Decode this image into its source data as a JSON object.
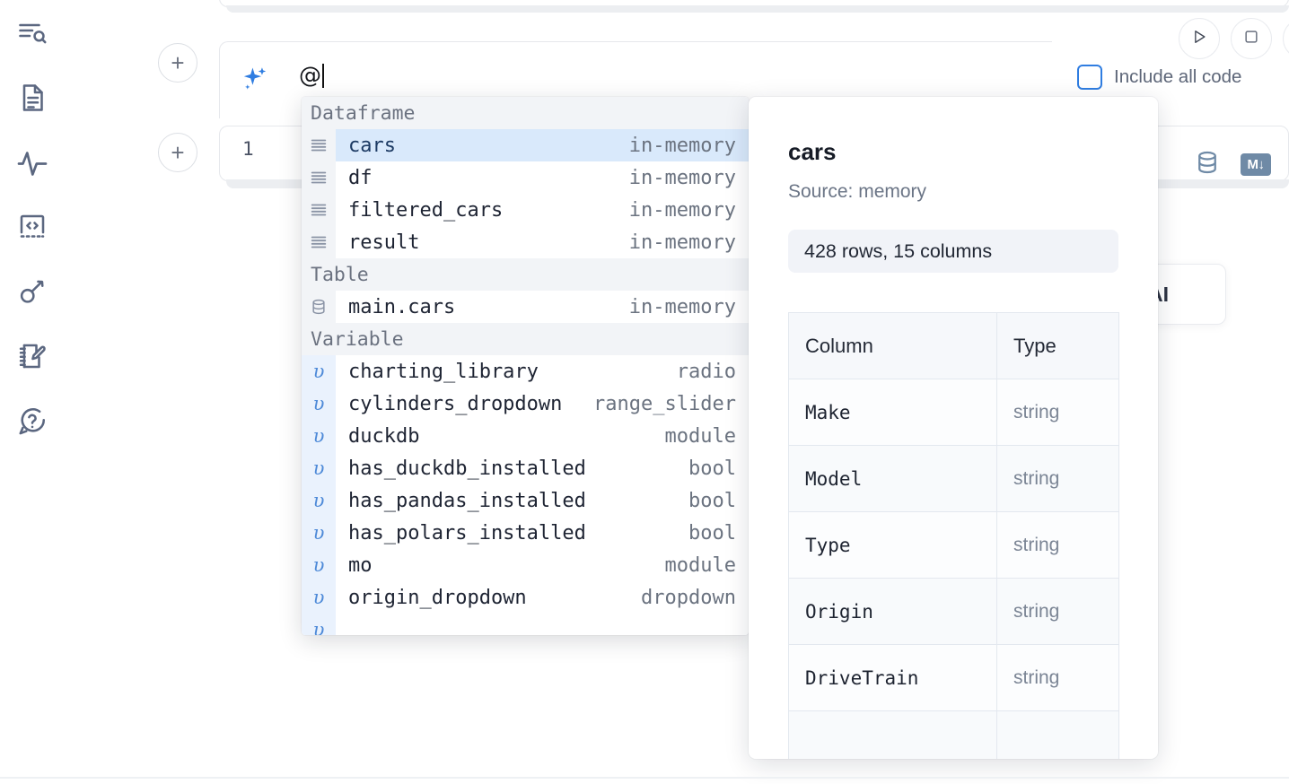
{
  "sidebar": {
    "items": [
      {
        "name": "explore-search-icon",
        "label": "Explore"
      },
      {
        "name": "file-document-icon",
        "label": "Files"
      },
      {
        "name": "activity-pulse-icon",
        "label": "Activity"
      },
      {
        "name": "code-brackets-icon",
        "label": "Snippets"
      },
      {
        "name": "key-icon",
        "label": "Secrets"
      },
      {
        "name": "notebook-edit-icon",
        "label": "Scratchpad"
      },
      {
        "name": "help-chat-icon",
        "label": "Help"
      }
    ]
  },
  "prompt": {
    "add_button_label": "+",
    "sparkle_icon": "ai-sparkle-icon",
    "value": "@",
    "placeholder": "",
    "run_icon": "play-icon",
    "stop_icon": "stop-icon",
    "include_all_code_label": "Include all code",
    "include_all_code_checked": false
  },
  "cell": {
    "line_number": "1",
    "database_icon": "database-icon",
    "markdown_badge": "M",
    "markdown_arrow": "↓"
  },
  "ghost_button": {
    "label": "AI"
  },
  "autocomplete": {
    "sections": [
      {
        "header": "Dataframe",
        "items": [
          {
            "icon": "dataframe-icon",
            "name": "cars",
            "kind": "in-memory",
            "selected": true,
            "type": "dataframe"
          },
          {
            "icon": "dataframe-icon",
            "name": "df",
            "kind": "in-memory",
            "selected": false,
            "type": "dataframe"
          },
          {
            "icon": "dataframe-icon",
            "name": "filtered_cars",
            "kind": "in-memory",
            "selected": false,
            "type": "dataframe"
          },
          {
            "icon": "dataframe-icon",
            "name": "result",
            "kind": "in-memory",
            "selected": false,
            "type": "dataframe"
          }
        ]
      },
      {
        "header": "Table",
        "items": [
          {
            "icon": "database-icon",
            "name": "main.cars",
            "kind": "in-memory",
            "selected": false,
            "type": "table"
          }
        ]
      },
      {
        "header": "Variable",
        "items": [
          {
            "icon": "variable-icon",
            "name": "charting_library",
            "kind": "radio",
            "selected": false,
            "type": "variable"
          },
          {
            "icon": "variable-icon",
            "name": "cylinders_dropdown",
            "kind": "range_slider",
            "selected": false,
            "type": "variable"
          },
          {
            "icon": "variable-icon",
            "name": "duckdb",
            "kind": "module",
            "selected": false,
            "type": "variable"
          },
          {
            "icon": "variable-icon",
            "name": "has_duckdb_installed",
            "kind": "bool",
            "selected": false,
            "type": "variable"
          },
          {
            "icon": "variable-icon",
            "name": "has_pandas_installed",
            "kind": "bool",
            "selected": false,
            "type": "variable"
          },
          {
            "icon": "variable-icon",
            "name": "has_polars_installed",
            "kind": "bool",
            "selected": false,
            "type": "variable"
          },
          {
            "icon": "variable-icon",
            "name": "mo",
            "kind": "module",
            "selected": false,
            "type": "variable"
          },
          {
            "icon": "variable-icon",
            "name": "origin_dropdown",
            "kind": "dropdown",
            "selected": false,
            "type": "variable"
          },
          {
            "icon": "variable-icon",
            "name": "",
            "kind": "",
            "selected": false,
            "type": "variable"
          }
        ]
      }
    ]
  },
  "preview": {
    "title": "cars",
    "source": "Source: memory",
    "shape": "428 rows, 15 columns",
    "columns_header": "Column",
    "type_header": "Type",
    "rows": [
      {
        "column": "Make",
        "type": "string"
      },
      {
        "column": "Model",
        "type": "string"
      },
      {
        "column": "Type",
        "type": "string"
      },
      {
        "column": "Origin",
        "type": "string"
      },
      {
        "column": "DriveTrain",
        "type": "string"
      },
      {
        "column": "",
        "type": ""
      }
    ]
  },
  "colors": {
    "accent_blue": "#2f7de1",
    "selected_row": "#d9e9fb",
    "variable_gutter": "#eaf2fd",
    "section_header_bg": "#f2f4f7",
    "icon_gray": "#5b6780"
  }
}
